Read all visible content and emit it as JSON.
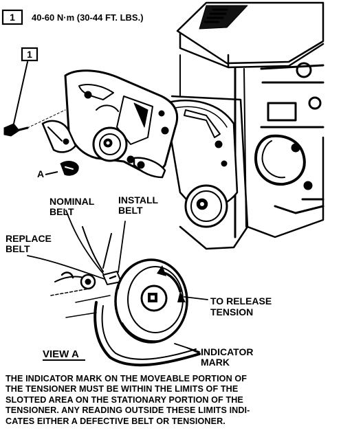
{
  "callout": {
    "number": "1",
    "torque": "40-60 N·m (30-44 FT. LBS.)"
  },
  "part_callout": {
    "number": "1"
  },
  "labels": {
    "view_ref": "A",
    "nominal": [
      "NOMINAL",
      "BELT"
    ],
    "install": [
      "INSTALL",
      "BELT"
    ],
    "replace": [
      "REPLACE",
      "BELT"
    ],
    "release": [
      "TO RELEASE",
      "TENSION"
    ],
    "indicator": [
      "INDICATOR",
      "MARK"
    ],
    "view_title": "VIEW A"
  },
  "caption": [
    "THE INDICATOR MARK ON THE MOVEABLE PORTION OF",
    "THE TENSIONER MUST BE WITHIN THE LIMITS OF THE",
    "SLOTTED AREA ON THE STATIONARY PORTION OF THE",
    "TENSIONER. ANY READING OUTSIDE THESE LIMITS INDI-",
    "CATES EITHER A DEFECTIVE BELT OR TENSIONER."
  ]
}
